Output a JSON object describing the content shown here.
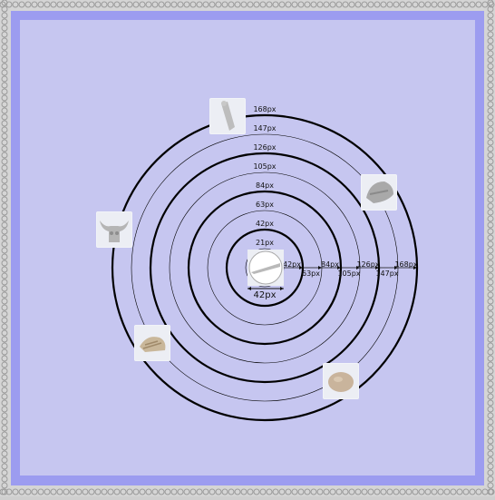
{
  "colors": {
    "page_bg": "#c6c6f0",
    "border": "#9c9cf0",
    "frame_outer": "#d5d5d5",
    "frame_bead": "#9a9a9a",
    "ring": "#000000",
    "thumb_bg": "#eceef4",
    "thumb_icon": "#bdbdbd"
  },
  "rings": [
    {
      "label": "21px",
      "style": "thin"
    },
    {
      "label": "42px",
      "style": "thick"
    },
    {
      "label": "63px",
      "style": "thin"
    },
    {
      "label": "84px",
      "style": "thick"
    },
    {
      "label": "105px",
      "style": "thin"
    },
    {
      "label": "126px",
      "style": "thick"
    },
    {
      "label": "147px",
      "style": "thin"
    },
    {
      "label": "168px",
      "style": "thick"
    }
  ],
  "center": {
    "diameter_label": "42px"
  },
  "thumbnails": [
    {
      "name": "thumb-bone",
      "icon": "bone-icon"
    },
    {
      "name": "thumb-helmet",
      "icon": "helmet-icon"
    },
    {
      "name": "thumb-skull",
      "icon": "skull-icon"
    },
    {
      "name": "thumb-fossil",
      "icon": "fossil-icon"
    },
    {
      "name": "thumb-stone",
      "icon": "stone-icon"
    },
    {
      "name": "thumb-center-blade",
      "icon": "blade-icon"
    }
  ]
}
